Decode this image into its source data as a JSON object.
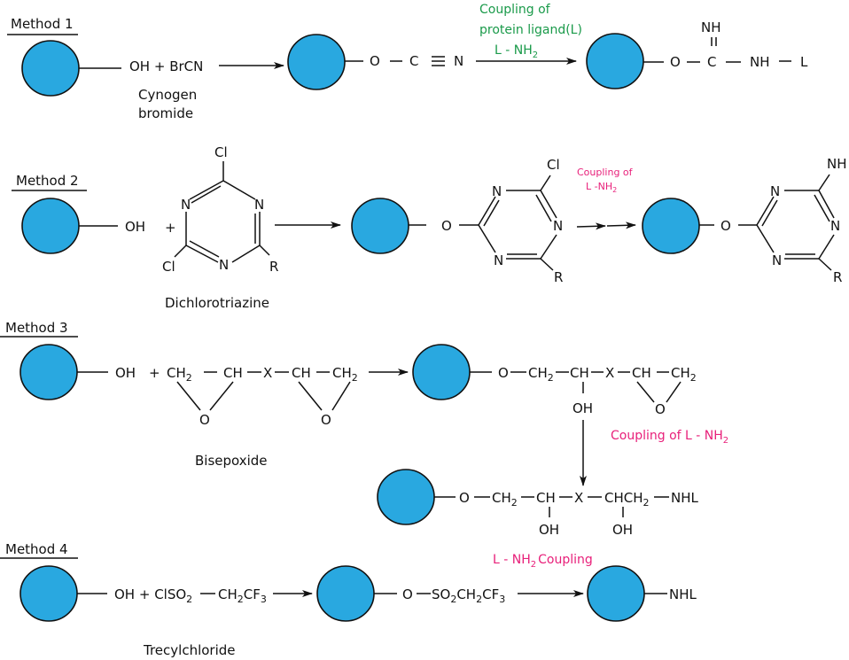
{
  "diagram": {
    "title": "Ligand coupling methods to hydroxyl supports",
    "colors": {
      "bead": "#29a8e0",
      "outline": "#111111",
      "note_green": "#1a9a4a",
      "note_pink": "#e8207a"
    },
    "methods": [
      {
        "heading": "Method 1",
        "reactant": "OH + BrCN",
        "reagent_name_line1": "Cynogen",
        "reagent_name_line2": "bromide",
        "intermediate": {
          "o": "O",
          "c": "C",
          "triple": "≡",
          "n": "N"
        },
        "coupling_note": [
          "Coupling of",
          "protein ligand(L)",
          "L - NH",
          "2"
        ],
        "product": {
          "o": "O",
          "c": "C",
          "nh_top": "NH",
          "double": "=",
          "nh": "NH",
          "l": "L"
        }
      },
      {
        "heading": "Method 2",
        "reactant_oh": "OH",
        "plus": "+",
        "triazine": {
          "cl_top": "Cl",
          "cl_left": "Cl",
          "n": "N",
          "r": "R"
        },
        "reagent_name": "Dichlorotriazine",
        "intermediate": {
          "o": "O",
          "cl": "Cl",
          "n": "N",
          "r": "R"
        },
        "coupling_note": [
          "Coupling of",
          "L -NH",
          "2"
        ],
        "product": {
          "o": "O",
          "nh": "NH",
          "n": "N",
          "r": "R"
        }
      },
      {
        "heading": "Method 3",
        "reactant_oh": "OH",
        "plus": "+",
        "bisepoxide": {
          "ch2": "CH",
          "sub2": "2",
          "ch": "CH",
          "x": "X",
          "o": "O"
        },
        "reagent_name": "Bisepoxide",
        "intermediate": {
          "o": "O",
          "ch2": "CH",
          "sub2": "2",
          "ch": "CH",
          "x": "X",
          "oh": "OH"
        },
        "coupling_note": [
          "Coupling of L - NH",
          "2"
        ],
        "product": {
          "o": "O",
          "ch2": "CH",
          "sub2": "2",
          "ch": "CH",
          "x": "X",
          "chch2": "CHCH",
          "nhl": "NHL",
          "oh": "OH"
        }
      },
      {
        "heading": "Method 4",
        "reactant": {
          "oh_plus": "OH + ClSO",
          "sub2": "2",
          "ch2cf3": "CH",
          "cf": "CF",
          "sub3": "3"
        },
        "reagent_name": "Trecylchloride",
        "intermediate": {
          "o": "O",
          "so": "SO",
          "ch": "CH",
          "cf": "CF",
          "sub2": "2",
          "sub3": "3"
        },
        "coupling_note": [
          "L - NH",
          "2",
          "Coupling"
        ],
        "product": {
          "nhl": "NHL"
        }
      }
    ]
  }
}
